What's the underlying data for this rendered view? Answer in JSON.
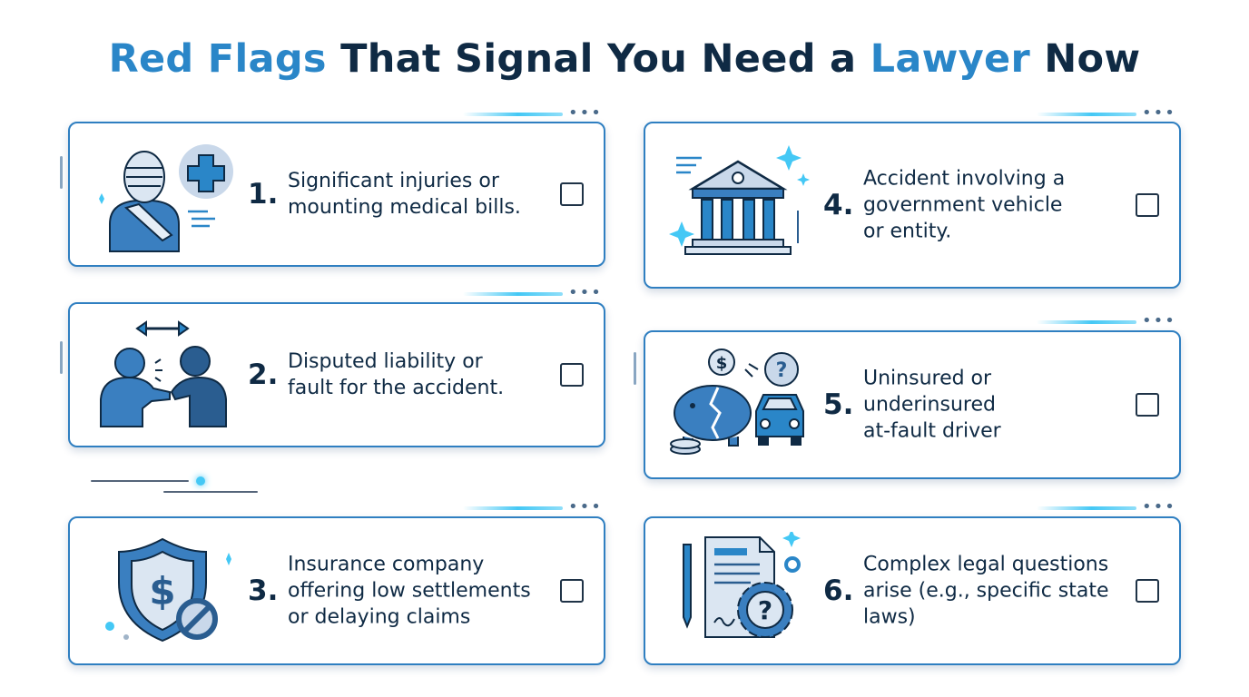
{
  "title": {
    "part1": "Red Flags",
    "part2": " That Signal You Need a ",
    "part3": "Lawyer",
    "part4": " Now"
  },
  "items": [
    {
      "number": "1.",
      "lines": [
        "Significant injuries or",
        "mounting medical bills."
      ],
      "icon": "injured-person-icon",
      "checked": false
    },
    {
      "number": "2.",
      "lines": [
        "Disputed liability or",
        "fault for the accident."
      ],
      "icon": "arguing-people-icon",
      "checked": false
    },
    {
      "number": "3.",
      "lines": [
        "Insurance company",
        "offering low settlements",
        "or delaying claims"
      ],
      "icon": "shield-dollar-icon",
      "checked": false
    },
    {
      "number": "4.",
      "lines": [
        "Accident involving a",
        "government vehicle",
        "or entity."
      ],
      "icon": "government-building-icon",
      "checked": false
    },
    {
      "number": "5.",
      "lines": [
        "Uninsured or",
        "underinsured",
        "at-fault driver"
      ],
      "icon": "broken-piggy-bank-car-icon",
      "checked": false
    },
    {
      "number": "6.",
      "lines": [
        "Complex legal questions",
        "arise (e.g., specific state",
        "laws)"
      ],
      "icon": "legal-document-gear-icon",
      "checked": false
    }
  ],
  "colors": {
    "accent": "#2a86c8",
    "navy": "#0f2a44",
    "glow": "#44c8f5",
    "border": "#2f7fc1"
  }
}
